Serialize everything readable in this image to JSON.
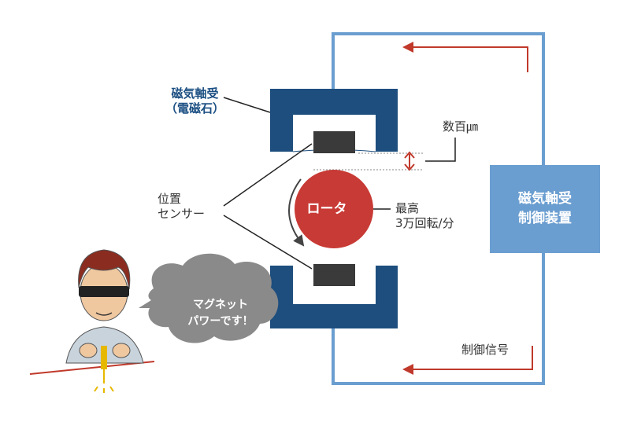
{
  "labels": {
    "bearing_line1": "磁気軸受",
    "bearing_line2": "（電磁石）",
    "sensor_line1": "位置",
    "sensor_line2": "センサー",
    "gap": "数百㎛",
    "rotor": "ロータ",
    "speed_line1": "最高",
    "speed_line2": "3万回転/分",
    "controller_line1": "磁気軸受",
    "controller_line2": "制御装置",
    "control_signal": "制御信号",
    "bubble_line1": "マグネット",
    "bubble_line2": "パワーです！"
  },
  "colors": {
    "bearing_navy": "#1d4e7e",
    "loop_blue": "#6b9ed0",
    "controller_blue": "#6b9ed0",
    "rotor_red": "#c83a35",
    "arrow_red": "#c0392b",
    "sensor_dark": "#3a3a3a",
    "bubble_gray": "#8a8a8a",
    "label_blue": "#1b4f82"
  },
  "icons": {
    "character": "scientist-with-sunglasses-icon",
    "bubble": "speech-bubble-icon"
  }
}
